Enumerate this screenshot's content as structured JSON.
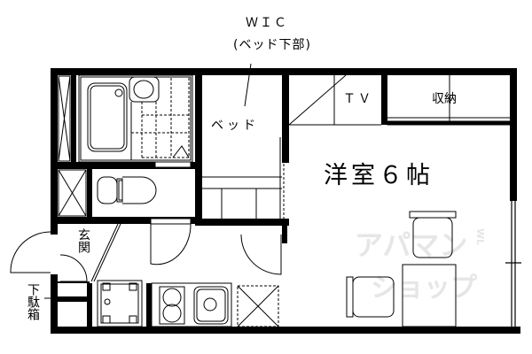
{
  "floorplan": {
    "labels": {
      "wic": "ＷＩＣ",
      "wic_note": "(ベッド下部)",
      "bed": "ベッド",
      "tv": "ＴＶ",
      "storage": "収納",
      "room": "洋室６帖",
      "entrance": "玄関",
      "shoe_box": "下駄箱"
    },
    "watermark": {
      "line1": "アパマン",
      "line2": "ショップ",
      "small": "WL"
    },
    "colors": {
      "wall": "#000000",
      "background": "#ffffff",
      "watermark": "#e6e6e6"
    }
  }
}
